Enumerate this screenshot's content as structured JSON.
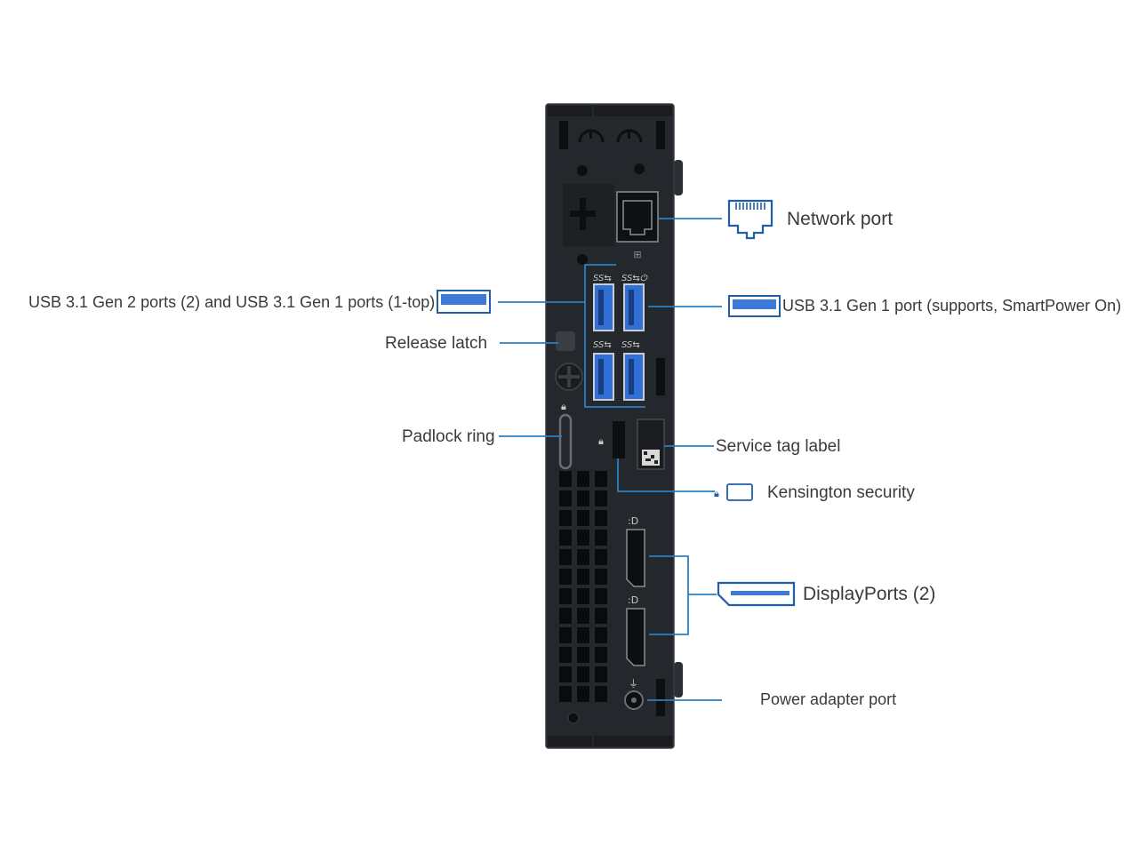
{
  "colors": {
    "leader_line": "#2a7fc2",
    "icon_outline": "#1f5fa8",
    "usb_blue": "#3c79d8",
    "chassis": "#24272b",
    "chassis_edge": "#3a3e44",
    "port_blue": "#2f6fd6",
    "label_text": "#3a3a3a"
  },
  "labels": {
    "network_port": "Network port",
    "usb_left": "USB 3.1 Gen 2 ports (2) and USB 3.1 Gen 1 ports (1-top)",
    "usb_right": "USB 3.1 Gen 1 port (supports, SmartPower On)",
    "release_latch": "Release latch",
    "padlock_ring": "Padlock ring",
    "service_tag": "Service tag label",
    "kensington": "Kensington security",
    "displayports": "DisplayPorts (2)",
    "power_adapter": "Power adapter port"
  },
  "icons": {
    "network": "ethernet-jack-icon",
    "usb": "usb-port-icon",
    "displayport": "displayport-icon",
    "lock": "padlock-icon",
    "kensington_slot": "kensington-slot-icon"
  }
}
